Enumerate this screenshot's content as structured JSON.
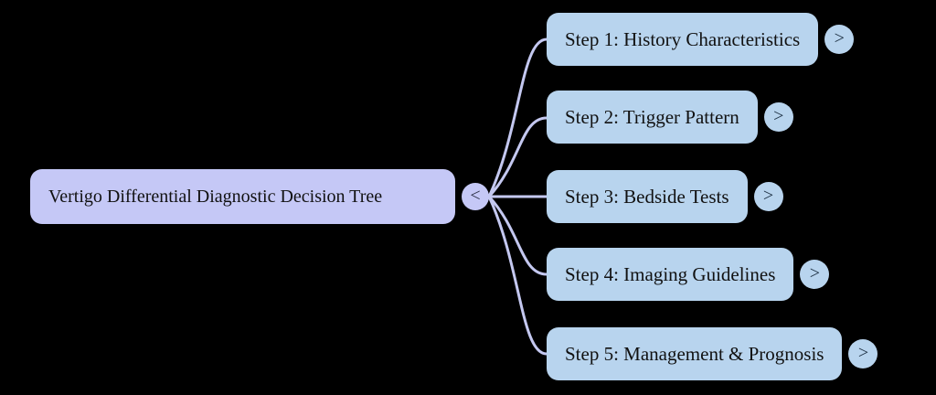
{
  "canvas": {
    "background": "#000000"
  },
  "icons": {
    "collapse": "<",
    "expand": ">"
  },
  "mindmap": {
    "root": {
      "label": "Vertigo Differential Diagnostic Decision Tree",
      "fill": "#c5c8f6",
      "text_color": "#111111"
    },
    "children": [
      {
        "label": "Step 1: History Characteristics"
      },
      {
        "label": "Step 2: Trigger Pattern"
      },
      {
        "label": "Step 3: Bedside Tests"
      },
      {
        "label": "Step 4: Imaging Guidelines"
      },
      {
        "label": "Step 5: Management & Prognosis"
      }
    ],
    "child_fill": "#b8d4ee",
    "connector_color": "#c4c8f0",
    "collapse_glyph_color": "#2b2f44",
    "expand_glyph_color": "#1c2f42"
  }
}
